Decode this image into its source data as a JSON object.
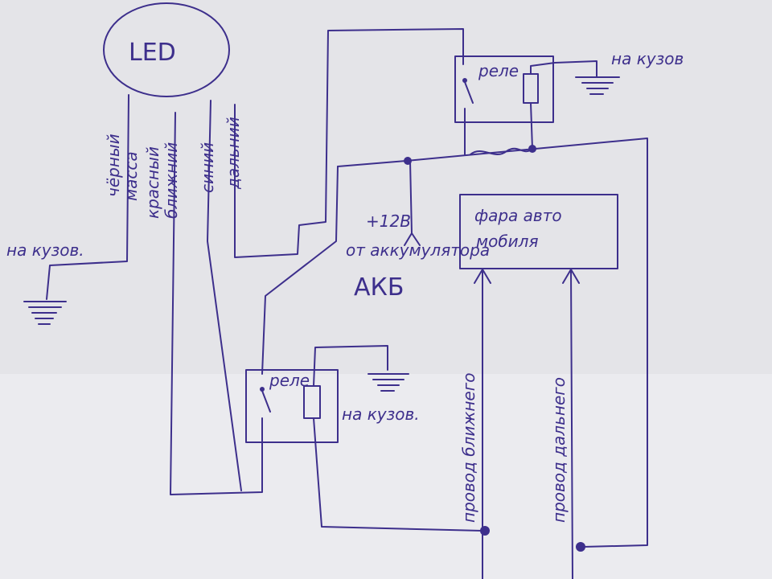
{
  "diagram": {
    "led": "LED",
    "wire_labels": {
      "black": "чёрный",
      "mass": "масса",
      "red": "красный",
      "low": "ближний",
      "blue": "синий",
      "high": "дальний"
    },
    "ground_label_left": "на кузов.",
    "ground_label_top": "на кузов",
    "ground_label_relay2": "на кузов.",
    "relay1_label": "реле",
    "relay2_label": "реле",
    "battery_line1": "+12В",
    "battery_line2": "от аккумулятора",
    "battery_line3": "АКБ",
    "headlight_line1": "фара авто",
    "headlight_line2": "мобиля",
    "low_beam_wire": "провод ближнего",
    "high_beam_wire": "провод дальнего"
  },
  "colors": {
    "ink": "#3d2f8c",
    "paper": "#e6e6ea"
  }
}
